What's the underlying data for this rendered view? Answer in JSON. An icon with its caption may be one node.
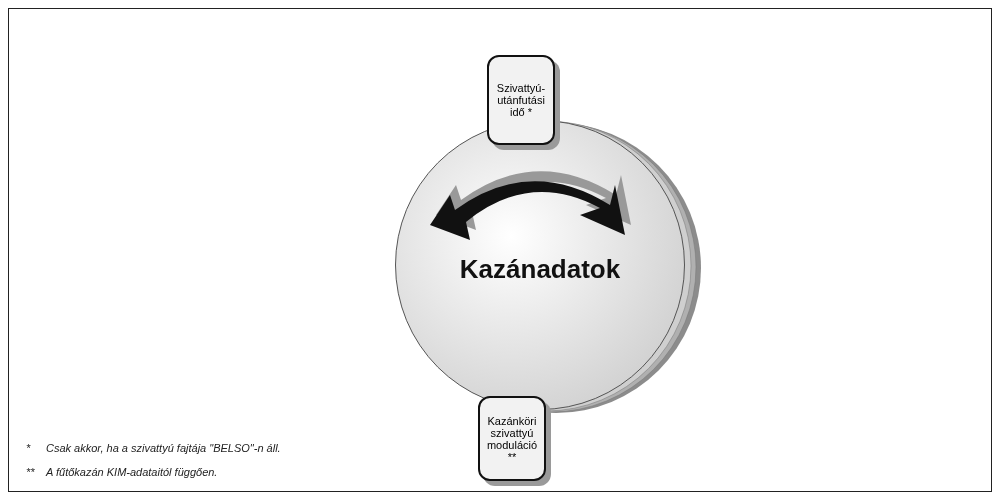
{
  "diagram": {
    "nodes": [
      {
        "text": [
          "Kazánadatok"
        ]
      },
      {
        "text": [
          "Szivattyú-utánfutási idő *"
        ]
      },
      {
        "text": [
          "Kazánköri szivattyú moduláció **"
        ]
      }
    ],
    "labels": [
      "*",
      "Csak akkor, ha a szivattyú fajtája \"BELSO\"-n áll.",
      "**",
      "A fűtőkazán KIM-adataitól függően."
    ]
  }
}
